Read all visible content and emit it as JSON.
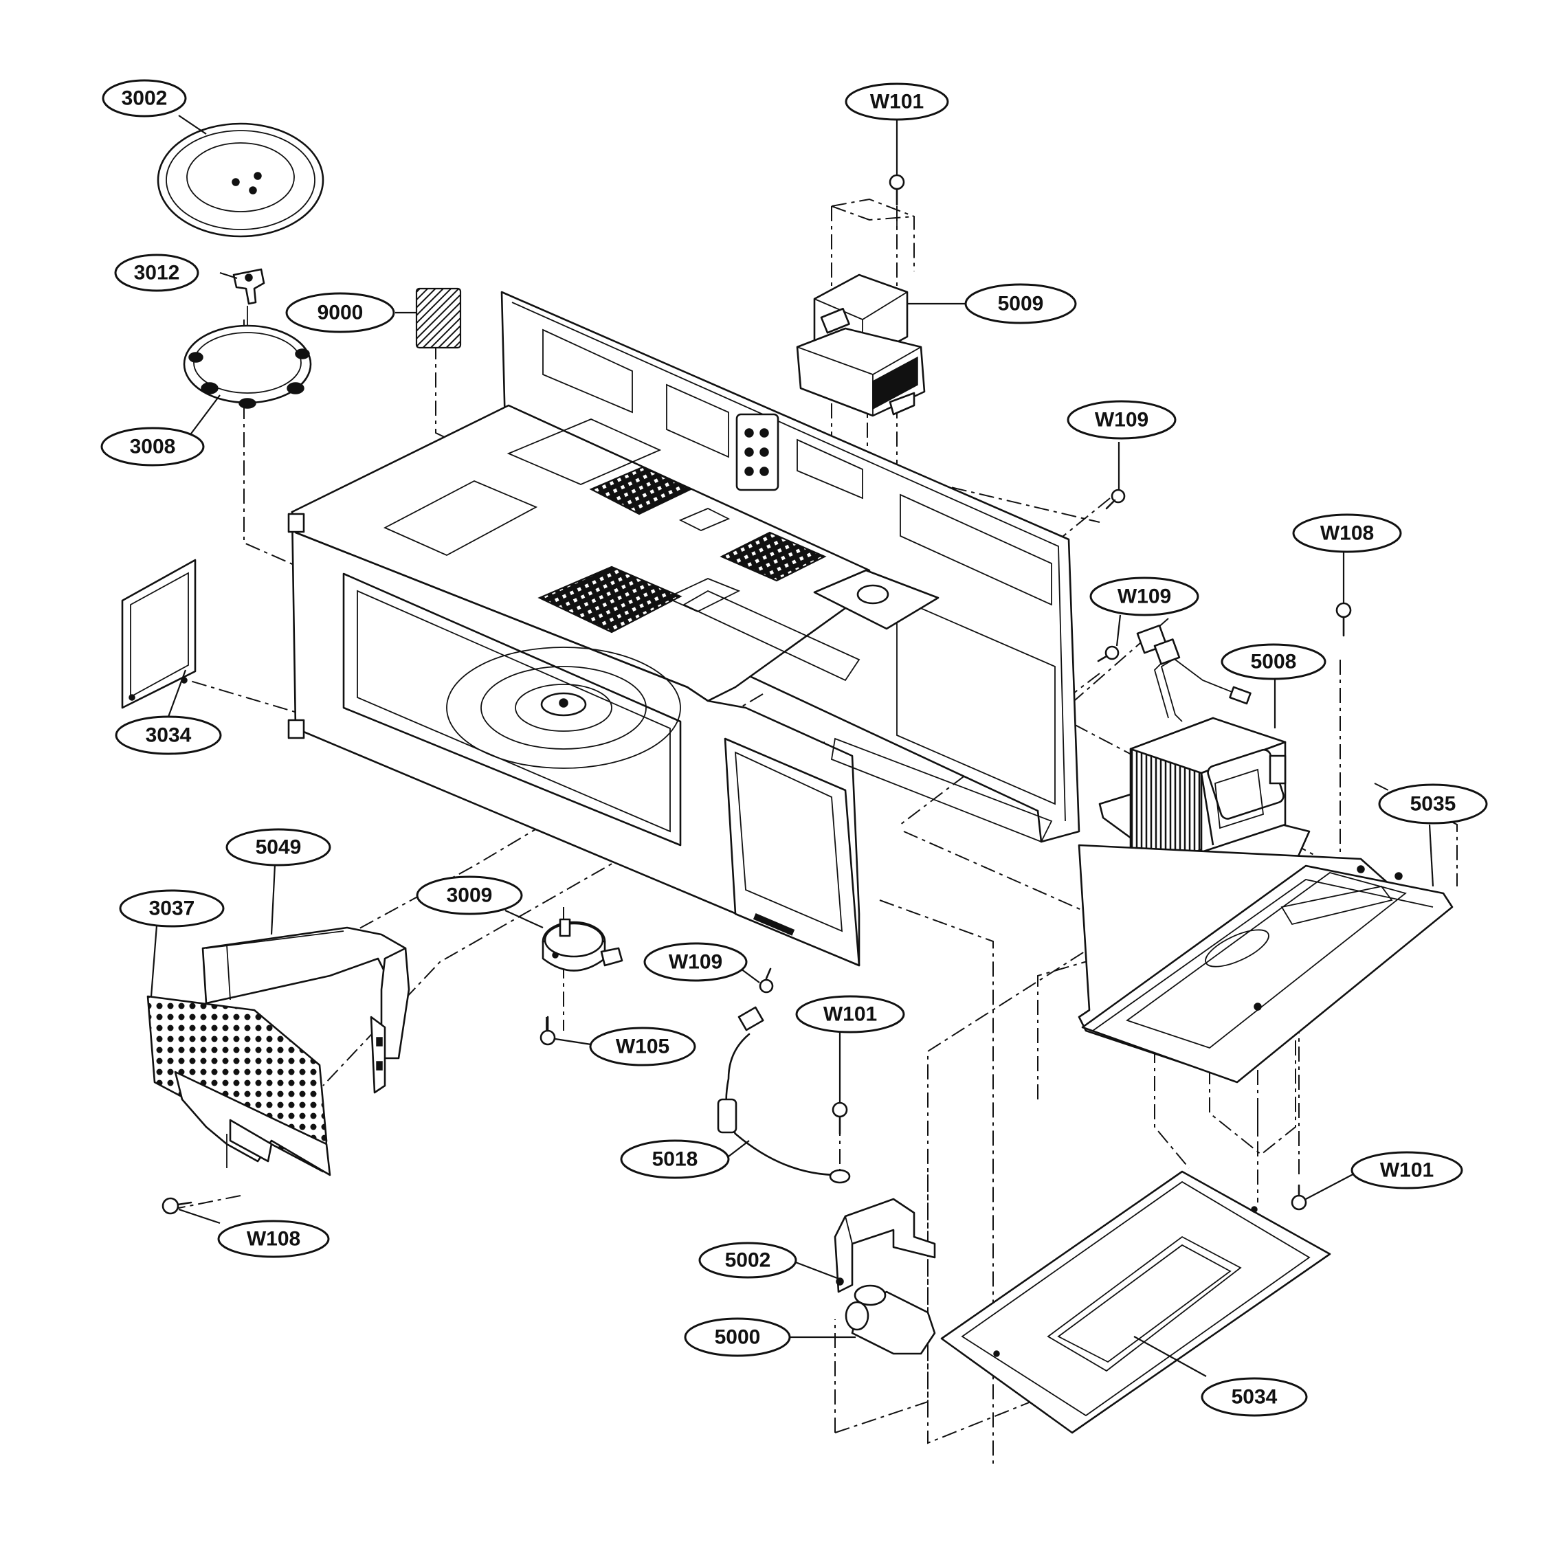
{
  "callouts": [
    {
      "id": "c-3002",
      "label": "3002"
    },
    {
      "id": "c-3012",
      "label": "3012"
    },
    {
      "id": "c-9000",
      "label": "9000"
    },
    {
      "id": "c-3008",
      "label": "3008"
    },
    {
      "id": "c-3034",
      "label": "3034"
    },
    {
      "id": "c-w101-top",
      "label": "W101"
    },
    {
      "id": "c-5009",
      "label": "5009"
    },
    {
      "id": "c-w109-a",
      "label": "W109"
    },
    {
      "id": "c-w108-right",
      "label": "W108"
    },
    {
      "id": "c-w109-b",
      "label": "W109"
    },
    {
      "id": "c-5008",
      "label": "5008"
    },
    {
      "id": "c-5035",
      "label": "5035"
    },
    {
      "id": "c-5049",
      "label": "5049"
    },
    {
      "id": "c-3037",
      "label": "3037"
    },
    {
      "id": "c-3009",
      "label": "3009"
    },
    {
      "id": "c-w109-c",
      "label": "W109"
    },
    {
      "id": "c-w105",
      "label": "W105"
    },
    {
      "id": "c-w101-mid",
      "label": "W101"
    },
    {
      "id": "c-5018",
      "label": "5018"
    },
    {
      "id": "c-w101-right",
      "label": "W101"
    },
    {
      "id": "c-w108-left",
      "label": "W108"
    },
    {
      "id": "c-5002",
      "label": "5002"
    },
    {
      "id": "c-5000",
      "label": "5000"
    },
    {
      "id": "c-5034",
      "label": "5034"
    }
  ],
  "colors": {
    "ink": "#111111",
    "paper": "#ffffff"
  }
}
